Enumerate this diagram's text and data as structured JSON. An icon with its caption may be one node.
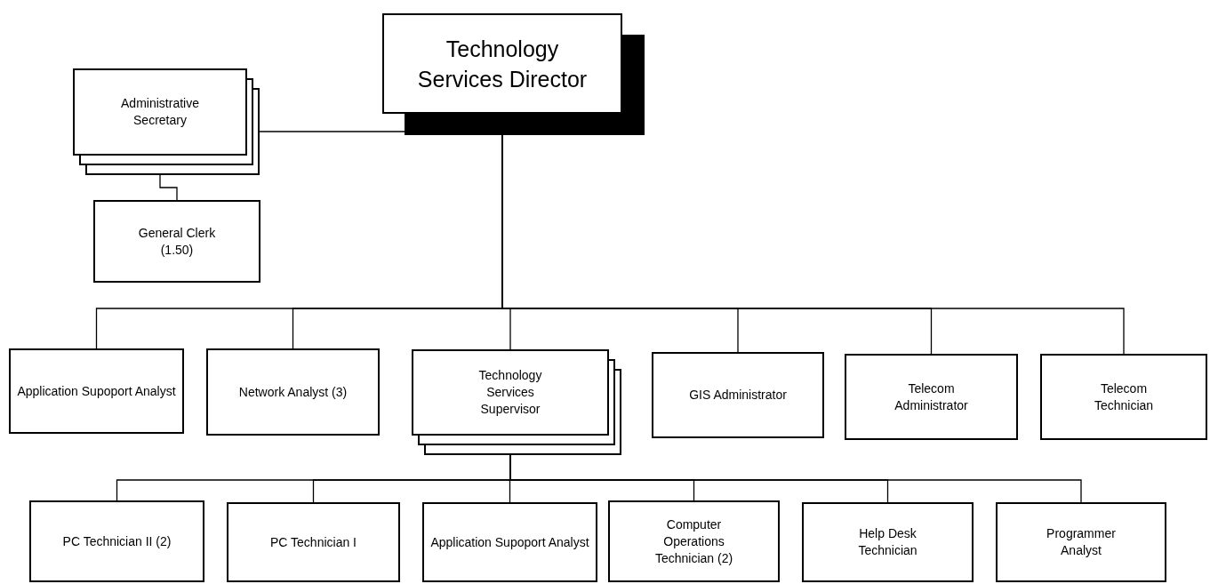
{
  "diagram": {
    "nodes": [
      {
        "text": [
          "Technology Services Director"
        ]
      },
      {
        "text": [
          "Administrative Secretary"
        ]
      },
      {
        "text": [
          "General Clerk (1.50)"
        ]
      },
      {
        "text": [
          "Application Supoport Analyst"
        ]
      },
      {
        "text": [
          "Network Analyst (3)"
        ]
      },
      {
        "text": [
          "Technology Services Supervisor"
        ]
      },
      {
        "text": [
          "GIS Administrator"
        ]
      },
      {
        "text": [
          "Telecom Administrator"
        ]
      },
      {
        "text": [
          "Telecom Technician"
        ]
      },
      {
        "text": [
          "PC Technician II (2)"
        ]
      },
      {
        "text": [
          "PC Technician I"
        ]
      },
      {
        "text": [
          "Application Supoport Analyst"
        ]
      },
      {
        "text": [
          "Computer Operations Technician (2)"
        ]
      },
      {
        "text": [
          "Help Desk Technician"
        ]
      },
      {
        "text": [
          "Programmer Analyst"
        ]
      }
    ],
    "edges": [
      {
        "from": 0,
        "to": 1,
        "arrow": "none"
      },
      {
        "from": 1,
        "to": 2,
        "arrow": "none"
      },
      {
        "from": 0,
        "to": 3,
        "arrow": "none"
      },
      {
        "from": 0,
        "to": 4,
        "arrow": "none"
      },
      {
        "from": 0,
        "to": 5,
        "arrow": "none"
      },
      {
        "from": 0,
        "to": 6,
        "arrow": "none"
      },
      {
        "from": 0,
        "to": 7,
        "arrow": "none"
      },
      {
        "from": 0,
        "to": 8,
        "arrow": "none"
      },
      {
        "from": 5,
        "to": 9,
        "arrow": "none"
      },
      {
        "from": 5,
        "to": 10,
        "arrow": "none"
      },
      {
        "from": 5,
        "to": 11,
        "arrow": "none"
      },
      {
        "from": 5,
        "to": 12,
        "arrow": "none"
      },
      {
        "from": 5,
        "to": 13,
        "arrow": "none"
      },
      {
        "from": 5,
        "to": 14,
        "arrow": "none"
      }
    ]
  }
}
